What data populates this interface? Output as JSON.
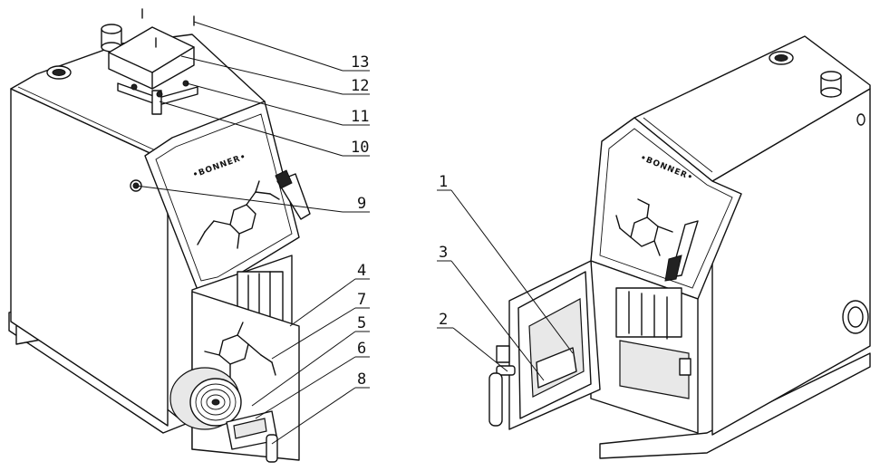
{
  "brand_left": "•BONNER•",
  "brand_right": "•BONNER•",
  "callouts": [
    {
      "id": "13",
      "label": "13"
    },
    {
      "id": "12",
      "label": "12"
    },
    {
      "id": "11",
      "label": "11"
    },
    {
      "id": "10",
      "label": "10"
    },
    {
      "id": "9",
      "label": "9"
    },
    {
      "id": "4",
      "label": "4"
    },
    {
      "id": "7",
      "label": "7"
    },
    {
      "id": "5",
      "label": "5"
    },
    {
      "id": "6",
      "label": "6"
    },
    {
      "id": "8",
      "label": "8"
    },
    {
      "id": "1",
      "label": "1"
    },
    {
      "id": "3",
      "label": "3"
    },
    {
      "id": "2",
      "label": "2"
    }
  ]
}
